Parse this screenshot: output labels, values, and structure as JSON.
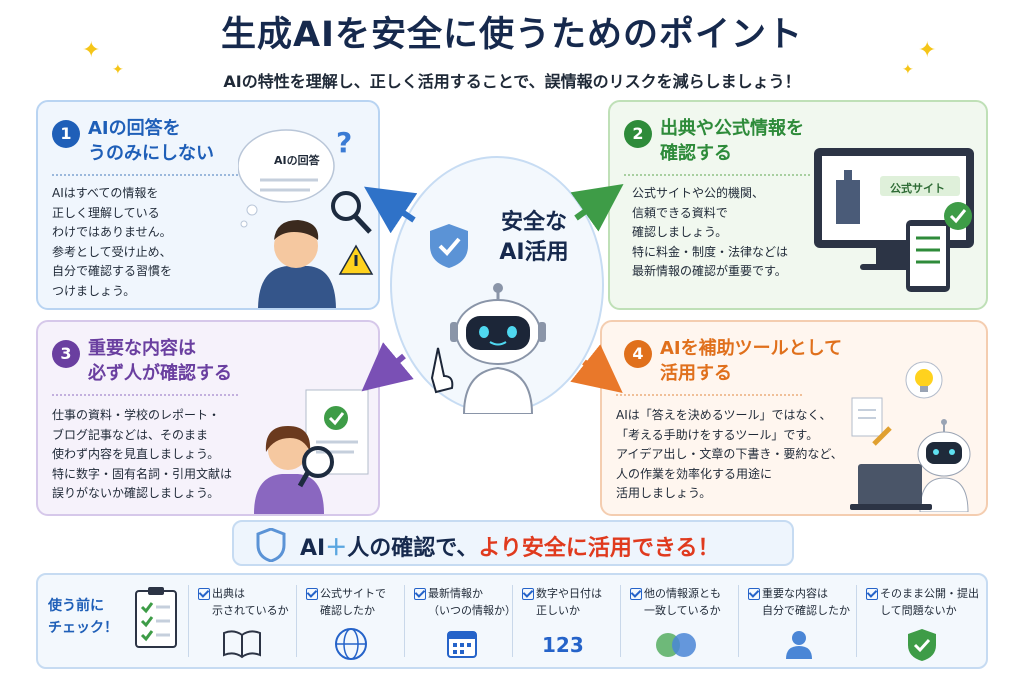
{
  "header": {
    "title": "生成AIを安全に使うためのポイント",
    "subtitle": "AIの特性を理解し、正しく活用することで、誤情報のリスクを減らしましょう！"
  },
  "center": {
    "label": "安全な\nAI活用"
  },
  "cards": [
    {
      "number": "1",
      "title": "AIの回答を\nうのみにしない",
      "body": "AIはすべての情報を\n正しく理解している\nわけではありません。\n参考として受け止め、\n自分で確認する習慣を\nつけましょう。",
      "bubble": "AIの回答",
      "color": "#1f5fb8"
    },
    {
      "number": "2",
      "title": "出典や公式情報を\n確認する",
      "body": "公式サイトや公的機関、\n信頼できる資料で\n確認しましょう。\n特に料金・制度・法律などは\n最新情報の確認が重要です。",
      "screen_label": "公式サイト",
      "color": "#2e8b3a"
    },
    {
      "number": "3",
      "title": "重要な内容は\n必ず人が確認する",
      "body": "仕事の資料・学校のレポート・\nブログ記事などは、そのまま\n使わず内容を見直しましょう。\n特に数字・固有名詞・引用文献は\n誤りがないか確認しましょう。",
      "color": "#6a3fa0"
    },
    {
      "number": "4",
      "title": "AIを補助ツールとして\n活用する",
      "body": "AIは「答えを決めるツール」ではなく、\n「考える手助けをするツール」です。\nアイデア出し・文章の下書き・要約など、\n人の作業を効率化する用途に\n活用しましょう。",
      "color": "#e0701c"
    }
  ],
  "banner": {
    "part1": "AI",
    "plus": "＋",
    "part2": "人の確認で、",
    "part3": "より安全に活用できる！"
  },
  "checklist": {
    "heading": "使う前に\nチェック！",
    "items": [
      {
        "label": "出典は\n示されているか",
        "icon": "book-icon"
      },
      {
        "label": "公式サイトで\n確認したか",
        "icon": "globe-icon"
      },
      {
        "label": "最新情報か\n（いつの情報か）",
        "icon": "calendar-icon"
      },
      {
        "label": "数字や日付は\n正しいか",
        "icon": "numbers-icon",
        "icon_text": "123"
      },
      {
        "label": "他の情報源とも\n一致しているか",
        "icon": "overlap-circles-icon"
      },
      {
        "label": "重要な内容は\n自分で確認したか",
        "icon": "person-icon"
      },
      {
        "label": "そのまま公開・提出\nして問題ないか",
        "icon": "shield-check-icon"
      }
    ]
  },
  "colors": {
    "navy": "#16294d",
    "blue": "#1f5fb8",
    "green": "#2e8b3a",
    "purple": "#6a3fa0",
    "orange": "#e0701c",
    "accent_red": "#e03a1e"
  }
}
